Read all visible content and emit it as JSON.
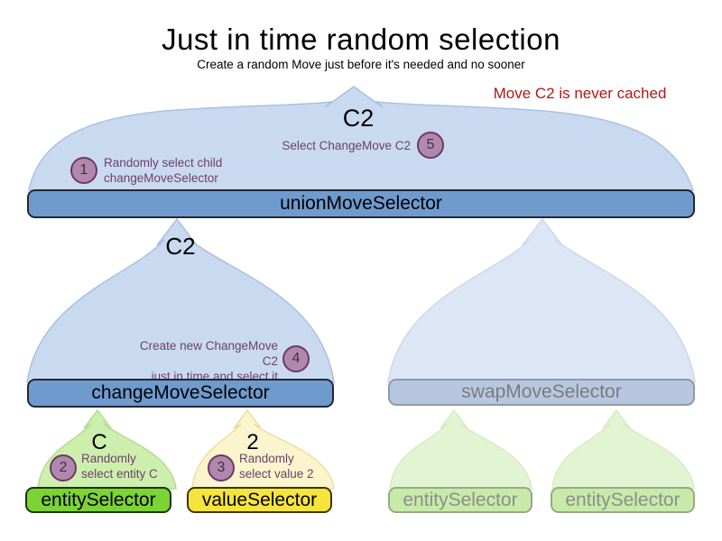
{
  "title": "Just in time random selection",
  "subtitle": "Create a random Move just before it's needed and no sooner",
  "annotation": "Move C2 is never cached",
  "selectors": {
    "union": {
      "label": "unionMoveSelector",
      "output": "C2"
    },
    "change": {
      "label": "changeMoveSelector",
      "output": "C2"
    },
    "swap": {
      "label": "swapMoveSelector"
    },
    "entity": {
      "label": "entitySelector",
      "output": "C"
    },
    "value": {
      "label": "valueSelector",
      "output": "2"
    },
    "entity_faded_left": {
      "label": "entitySelector"
    },
    "entity_faded_right": {
      "label": "entitySelector"
    }
  },
  "steps": [
    {
      "num": "1",
      "lines": [
        "Randomly select child",
        "changeMoveSelector"
      ]
    },
    {
      "num": "2",
      "lines": [
        "Randomly",
        "select entity C"
      ]
    },
    {
      "num": "3",
      "lines": [
        "Randomly",
        "select value 2"
      ]
    },
    {
      "num": "4",
      "lines": [
        "Create new ChangeMove C2",
        "just in time and select it"
      ]
    },
    {
      "num": "5",
      "lines": [
        "Select ChangeMove C2"
      ]
    }
  ],
  "colors": {
    "active_bar_blue": "#6f9ace",
    "faded_bar_blue": "#b7c7e0",
    "arch_blue": "#c9daf0",
    "arch_blue_faded": "#dde6f4",
    "active_bar_green": "#7cd335",
    "faded_bar_green": "#c8eaa9",
    "arch_green": "#cdefae",
    "arch_green_faded": "#e3f4d3",
    "bar_yellow": "#f6e43c",
    "arch_yellow": "#fbf5cd",
    "step_circle": "#b287ad",
    "annotation_red": "#b01815",
    "note_purple": "#6e4069"
  }
}
